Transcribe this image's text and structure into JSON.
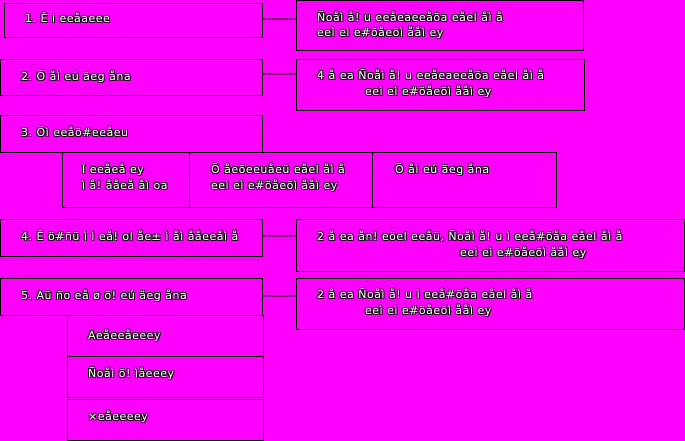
{
  "page": {
    "background": "#ff00ff"
  },
  "steps": [
    {
      "label": "1. Ê i eeåaeee"
    },
    {
      "label": "2. Ö åì eú äeg åna"
    },
    {
      "label": "3. Öì eeåö#eeåeu"
    },
    {
      "label": "4. Ê ö#ñü ì ì  eå! ol åe± ì åì ååeeåì  å"
    },
    {
      "label": "5. Aü ño eå ø ö! eú  äeg åna"
    }
  ],
  "notes": [
    {
      "line1": "Ñoåì  å! u eeåeaeeåöa eåel åì å",
      "line2": "eeì  eì  e#öåeöì  ååì  ey"
    },
    {
      "line1": "4 å ea  Ñoåì  å! u eeåeaeeåöa eåel åì å",
      "line2": "eeì  eì  e#öåeöì  ååì  ey"
    },
    {
      "line1": "2 å ea ån! eöel  eeåü,  Ñoåì  å! u ì  eeå#öåa eåel åì å",
      "line2": "eeì  eì  e#öåeöì  ååì  ey"
    },
    {
      "line1": "2 å ea   Ñoåì  å! u ì  eeå#öåa eåel åì å",
      "line2": "eeì  eì  e#öåeöì  ååì  ey"
    }
  ],
  "step3_children": [
    {
      "line1": "Ï eeåeå ey",
      "line2": "ì  å! ååeå åì  oa"
    },
    {
      "line1": "Ö åeöeeuåeü  eåel åì å",
      "line2": "eeì  eì  e#öåeöì  ååì  ey"
    },
    {
      "line1": "Ö åì eú  äeg åna",
      "line2": ""
    }
  ],
  "step5_children": [
    {
      "label": "Aeåeeåeeey"
    },
    {
      "label": "Ñoåì  ö! ìåeeey"
    },
    {
      "label": "×eåeeeey"
    }
  ]
}
